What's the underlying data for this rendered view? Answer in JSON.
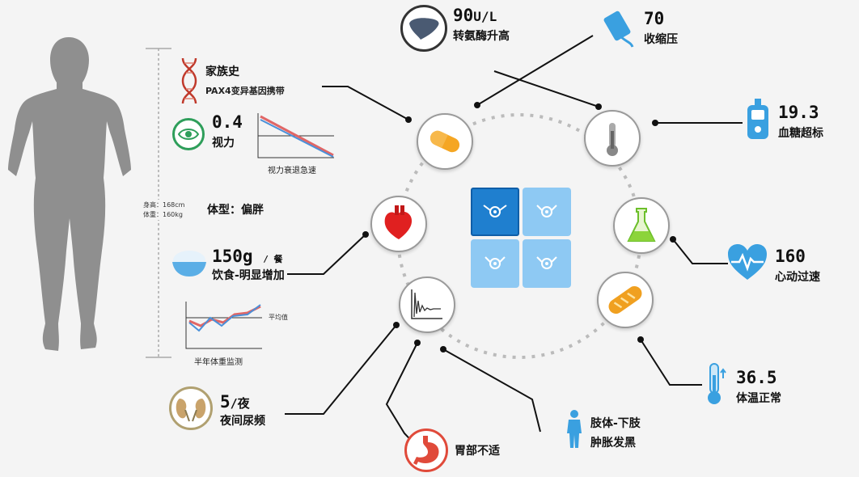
{
  "family": {
    "title": "家族史",
    "detail": "PAX4变异基因携带"
  },
  "vision": {
    "value": "0.4",
    "label": "视力",
    "chart_caption": "视力衰退急速"
  },
  "body": {
    "height": "身高：168cm",
    "weight": "体重：160kg",
    "type_label": "体型：偏胖"
  },
  "diet": {
    "value": "150g",
    "unit": "/ 餐",
    "label": "饮食-明显增加"
  },
  "weight_monitor": {
    "caption": "半年体重监测",
    "avg_label": "平均值"
  },
  "urine": {
    "value": "5",
    "unit": "/夜",
    "label": "夜间尿频"
  },
  "liver": {
    "value": "90",
    "unit": "U/L",
    "label": "转氨酶升高"
  },
  "bp": {
    "value": "70",
    "label": "收缩压"
  },
  "glucose": {
    "value": "19.3",
    "label": "血糖超标"
  },
  "heart": {
    "value": "160",
    "label": "心动过速"
  },
  "temp": {
    "value": "36.5",
    "label": "体温正常"
  },
  "limb": {
    "label_line1": "肢体-下肢",
    "label_line2": "肿胀发黑"
  },
  "stomach": {
    "label": "胃部不适"
  },
  "colors": {
    "accent": "#3aa0e0",
    "dark": "#111111",
    "silhouette": "#8f8f8f",
    "red_line": "#e06666",
    "blue_line": "#4a90d9"
  }
}
